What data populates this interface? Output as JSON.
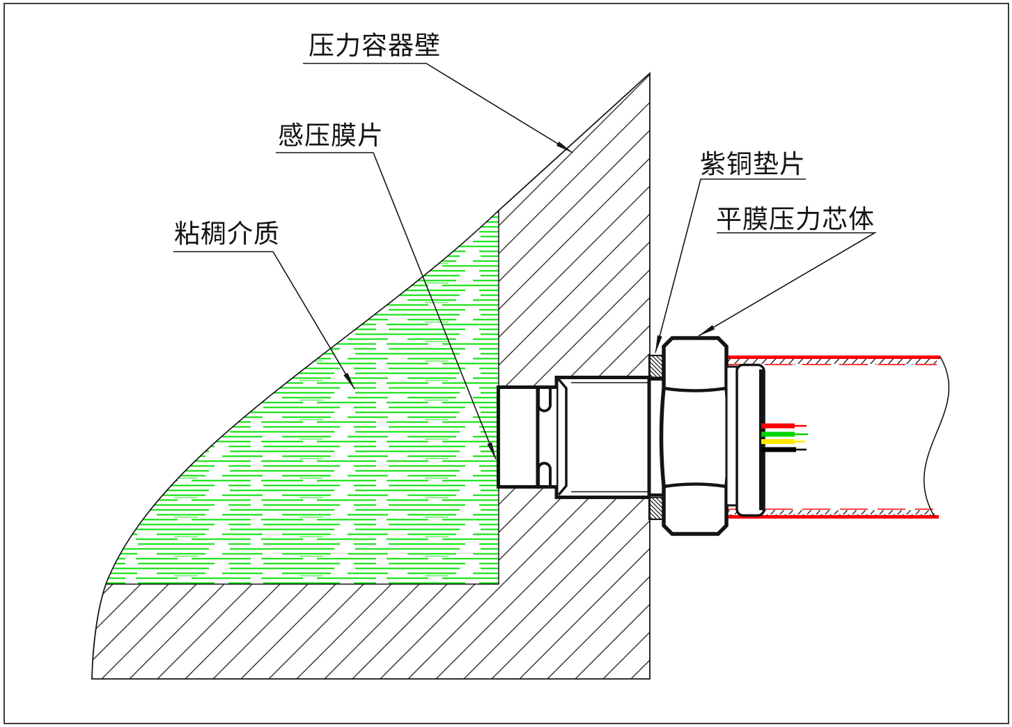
{
  "drawing": {
    "kind": "pressure-sensor-installation-section",
    "frame_color": "#3c3c3c",
    "callouts": [
      {
        "id": "vessel-wall",
        "label": "压力容器壁"
      },
      {
        "id": "sensing-diaphragm",
        "label": "感压膜片"
      },
      {
        "id": "viscous-medium",
        "label": "粘稠介质"
      },
      {
        "id": "copper-gasket",
        "label": "紫铜垫片"
      },
      {
        "id": "flat-diaphragm-pressure-core",
        "label": "平膜压力芯体"
      }
    ],
    "colors": {
      "outline": "#141414",
      "wall_hatch": "#2e2e2e",
      "medium_green": "#00e000",
      "medium_green_light": "#8cf08c",
      "conduit_red": "#ff0000",
      "wire_red": "#ff0000",
      "wire_green": "#00d400",
      "wire_yellow": "#ffe800",
      "wire_black": "#000000"
    }
  }
}
